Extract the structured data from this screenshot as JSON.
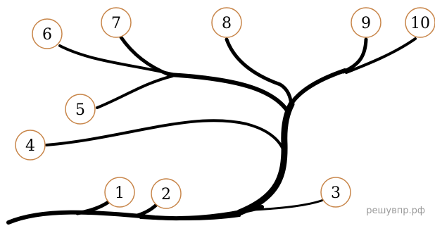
{
  "diagram": {
    "colors": {
      "branch": "#000000",
      "node_stroke": "#c8864a",
      "node_fill": "#ffffff",
      "label": "#000000",
      "watermark": "#9a9a9a"
    },
    "nodes": [
      {
        "id": "1",
        "label": "1"
      },
      {
        "id": "2",
        "label": "2"
      },
      {
        "id": "3",
        "label": "3"
      },
      {
        "id": "4",
        "label": "4"
      },
      {
        "id": "5",
        "label": "5"
      },
      {
        "id": "6",
        "label": "6"
      },
      {
        "id": "7",
        "label": "7"
      },
      {
        "id": "8",
        "label": "8"
      },
      {
        "id": "9",
        "label": "9"
      },
      {
        "id": "10",
        "label": "10"
      }
    ]
  },
  "watermark": "решувпр.рф"
}
